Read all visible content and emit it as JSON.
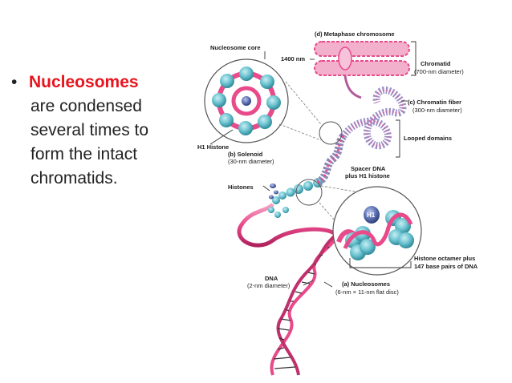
{
  "slide": {
    "bullet": {
      "highlight": "Nucleosomes",
      "lines": [
        "are condensed",
        "several times to",
        "form the intact",
        "chromatids."
      ]
    }
  },
  "diagram": {
    "labels": {
      "metaphase": "(d) Metaphase chromosome",
      "nucleosome_core": "Nucleosome core",
      "scale_1400": "1400 nm",
      "chromatid": "Chromatid",
      "chromatid_diam": "(700-nm diameter)",
      "chromatin_fiber": "(c) Chromatin fiber",
      "chromatin_diam": "(300-nm diameter)",
      "looped_domains": "Looped domains",
      "h1_histone": "H1 Histone",
      "solenoid": "(b) Solenoid",
      "solenoid_diam": "(30-nm diameter)",
      "spacer_dna": "Spacer DNA",
      "spacer_dna_2": "plus H1 histone",
      "histones": "Histones",
      "h1_badge": "H1",
      "octamer_1": "Histone octamer plus",
      "octamer_2": "147 base pairs of DNA",
      "dna": "DNA",
      "dna_diam": "(2-nm diameter)",
      "nucleosomes": "(a) Nucleosomes",
      "nucleosomes_dim": "(6-nm × 11-nm flat disc)"
    },
    "colors": {
      "dna_pink": "#e84a8a",
      "histone_teal": "#6cc3d0",
      "histone_blue": "#5a6fb0",
      "accent_red": "#e8141d"
    }
  }
}
